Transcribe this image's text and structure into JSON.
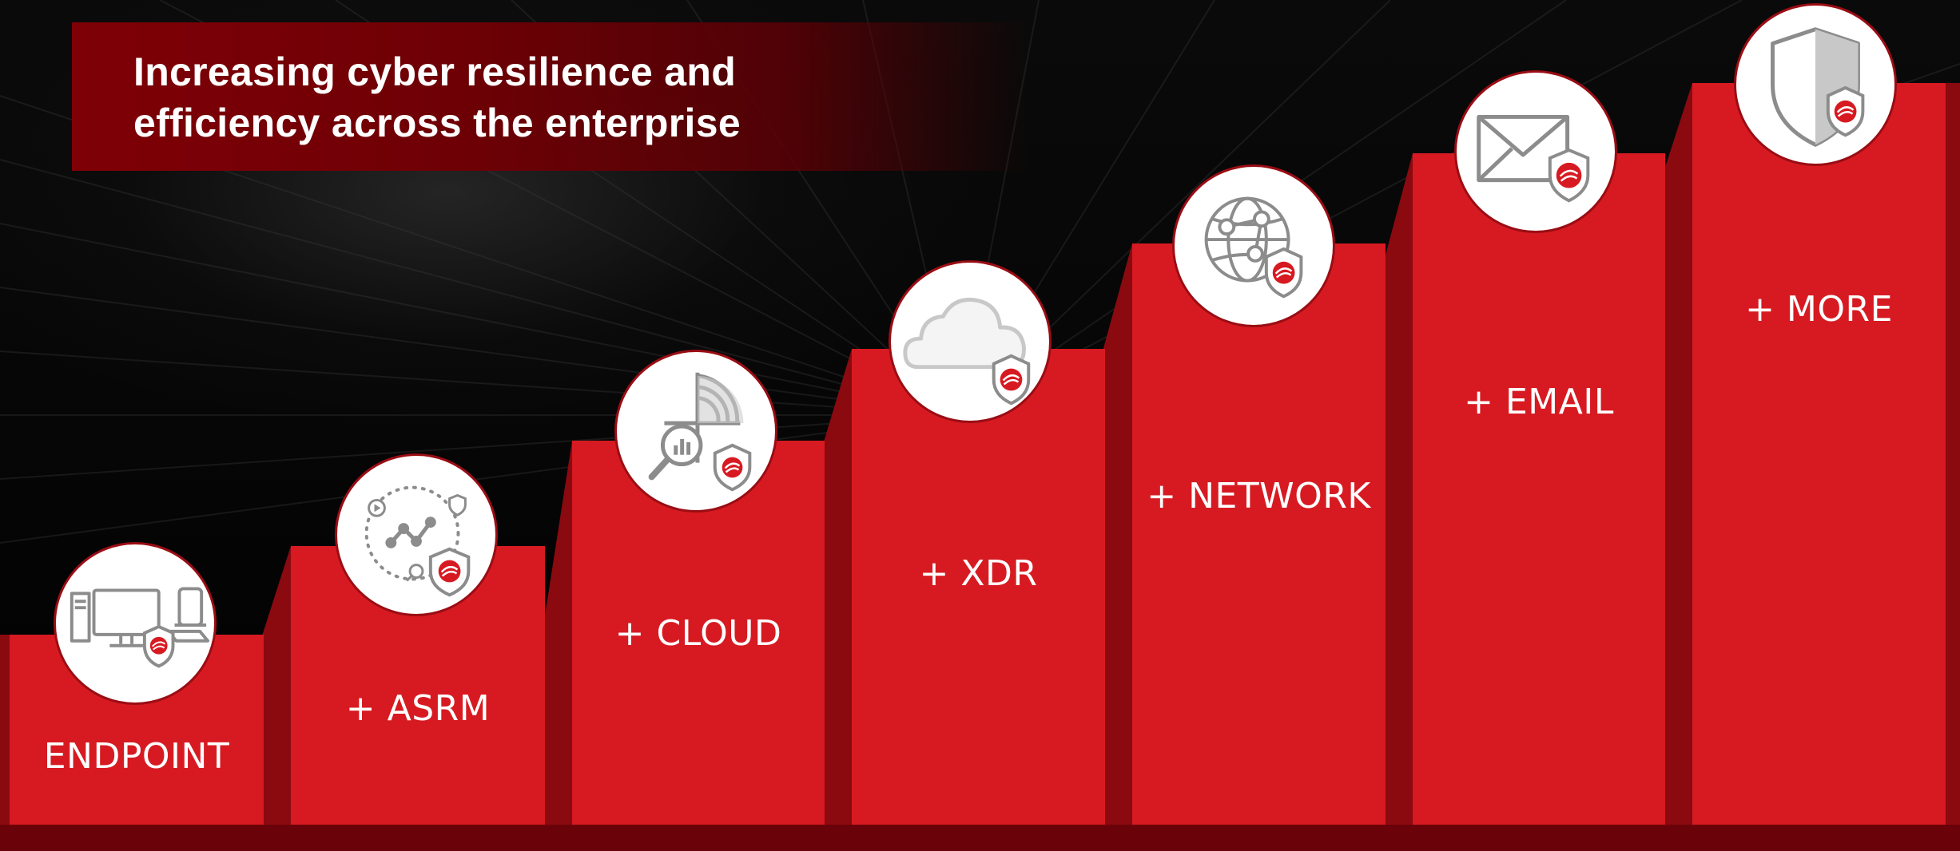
{
  "title": {
    "line1": "Increasing cyber resilience and",
    "line2": "efficiency across the enterprise"
  },
  "steps": [
    {
      "label": "ENDPOINT",
      "icon": "endpoint-devices-icon"
    },
    {
      "label": "+ ASRM",
      "icon": "attack-surface-risk-icon"
    },
    {
      "label": "+ CLOUD",
      "icon": "cloud-radar-search-icon"
    },
    {
      "label": "+ XDR",
      "icon": "cloud-icon"
    },
    {
      "label": "+ NETWORK",
      "icon": "network-globe-icon"
    },
    {
      "label": "+ EMAIL",
      "icon": "email-envelope-icon"
    },
    {
      "label": "+ MORE",
      "icon": "shield-icon"
    }
  ],
  "colors": {
    "step_red": "#d71a21",
    "step_dark": "#8a0a10",
    "banner": "#7e0006",
    "icon_grey": "#8c8c8c",
    "badge_red": "#d71a21"
  }
}
